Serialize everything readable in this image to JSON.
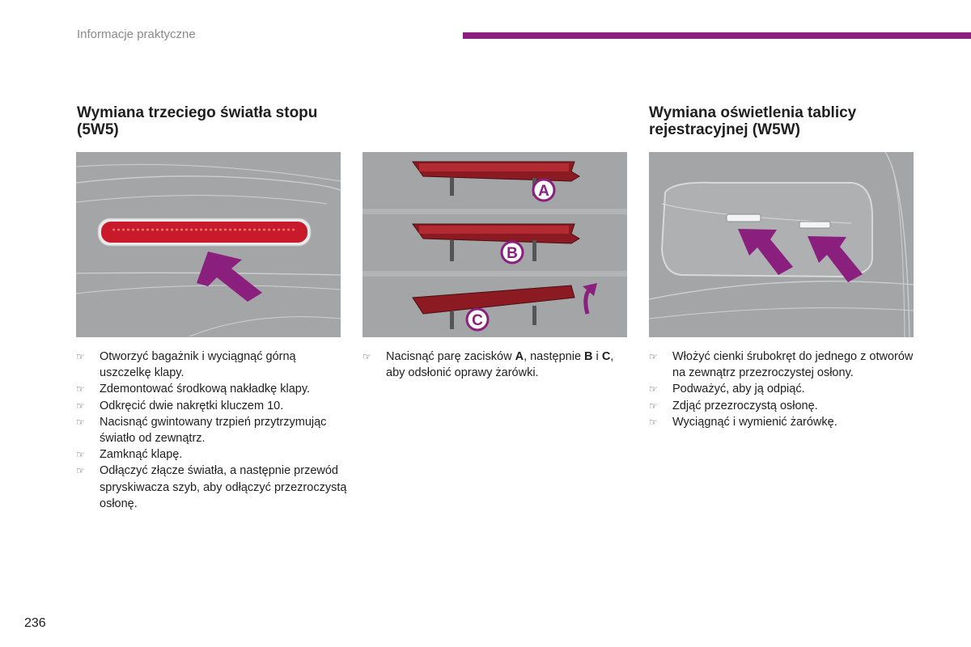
{
  "header": {
    "section": "Informacje praktyczne",
    "accent_color": "#8a1f7e"
  },
  "left_section": {
    "title": "Wymiana trzeciego światła stopu (5W5)",
    "steps": [
      "Otworzyć bagażnik i wyciągnąć górną uszczelkę klapy.",
      "Zdemontować środkową nakładkę klapy.",
      "Odkręcić dwie nakrętki kluczem 10.",
      "Nacisnąć gwintowany trzpień przytrzymując światło od zewnątrz.",
      "Zamknąć klapę.",
      "Odłączyć złącze światła, a następnie przewód spryskiwacza szyb, aby odłączyć przezroczystą osłonę."
    ]
  },
  "middle_section": {
    "figure_labels": [
      "A",
      "B",
      "C"
    ],
    "step": {
      "text_before": "Nacisnąć parę zacisków ",
      "clip_a": "A",
      "text_middle": ", następnie ",
      "clip_b": "B",
      "text_and": " i ",
      "clip_c": "C",
      "text_after": ", aby odsłonić oprawy żarówki."
    }
  },
  "right_section": {
    "title": "Wymiana oświetlenia tablicy rejestracyjnej (W5W)",
    "steps": [
      "Włożyć cienki śrubokręt do jednego z otworów na zewnątrz przezroczystej osłony.",
      "Podważyć, aby ją odpiąć.",
      "Zdjąć przezroczystą osłonę.",
      "Wyciągnąć i wymienić żarówkę."
    ]
  },
  "bullet_glyph": "☞",
  "page_number": "236"
}
